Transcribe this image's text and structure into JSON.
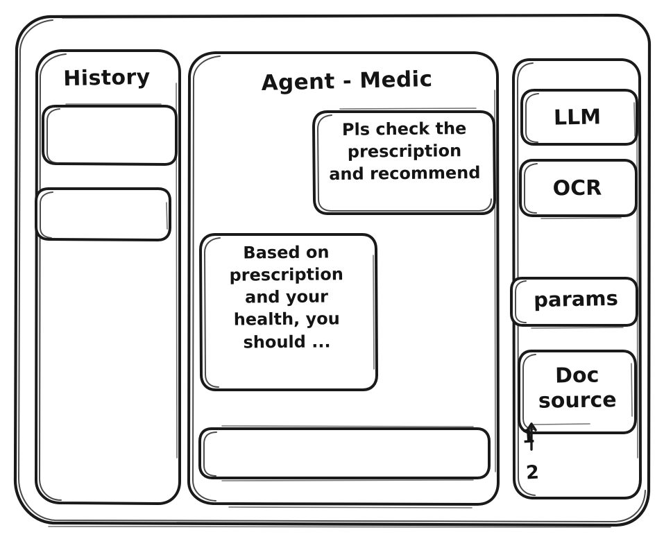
{
  "app": {
    "style": "hand-drawn-wireframe",
    "ink_color": "#1a1a1a",
    "paper_color": "#ffffff"
  },
  "sidebar_left": {
    "title": "History",
    "items": [
      {
        "label": "",
        "name": "history-item-1"
      },
      {
        "label": "",
        "name": "history-item-2"
      }
    ]
  },
  "main": {
    "title": "Agent - Medic",
    "messages": [
      {
        "role": "user",
        "text": "Pls check the\nprescription\nand recommend",
        "align": "right"
      },
      {
        "role": "assistant",
        "text": "Based on\nprescription\nand your\nhealth, you\nshould ...",
        "align": "left"
      }
    ],
    "composer": {
      "value": "",
      "placeholder": ""
    }
  },
  "sidebar_right": {
    "tools": [
      {
        "label": "LLM",
        "name": "tool-llm"
      },
      {
        "label": "OCR",
        "name": "tool-ocr"
      },
      {
        "label": "params",
        "name": "tool-params"
      },
      {
        "label": "Doc\nsource",
        "name": "tool-doc-source"
      }
    ],
    "notes": [
      {
        "label": "1"
      },
      {
        "label": "2"
      }
    ]
  }
}
